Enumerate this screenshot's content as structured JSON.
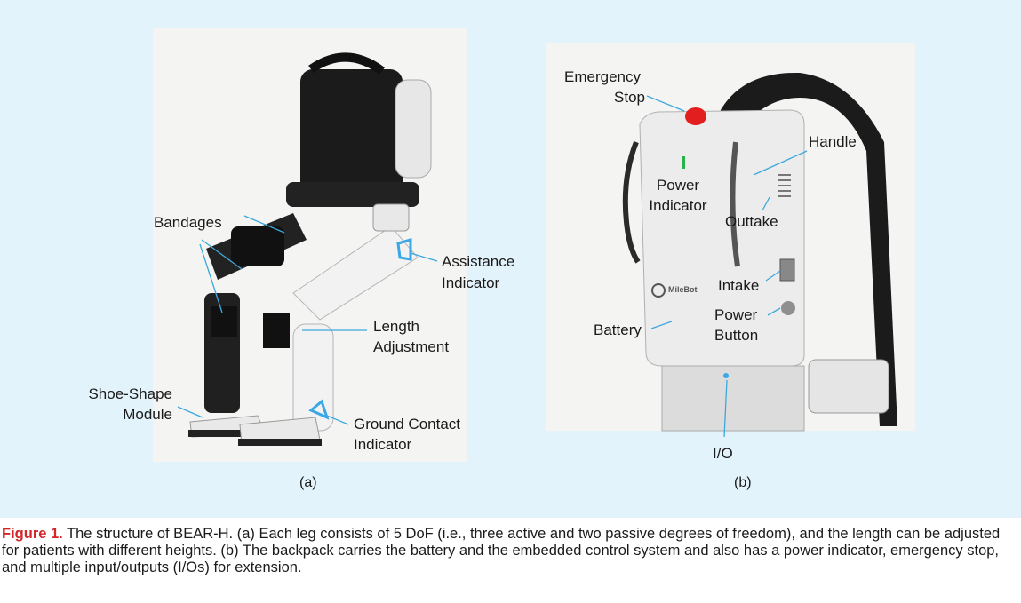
{
  "panel_a": {
    "sub_label": "(a)",
    "labels": {
      "bandages": "Bandages",
      "assistance_indicator_1": "Assistance",
      "assistance_indicator_2": "Indicator",
      "length_adjustment_1": "Length",
      "length_adjustment_2": "Adjustment",
      "shoe_shape_1": "Shoe-Shape",
      "shoe_shape_2": "Module",
      "ground_contact_1": "Ground Contact",
      "ground_contact_2": "Indicator"
    }
  },
  "panel_b": {
    "sub_label": "(b)",
    "logo_text": "MileBot",
    "labels": {
      "emergency_stop_1": "Emergency",
      "emergency_stop_2": "Stop",
      "handle": "Handle",
      "power_indicator_1": "Power",
      "power_indicator_2": "Indicator",
      "outtake": "Outtake",
      "intake": "Intake",
      "power_button_1": "Power",
      "power_button_2": "Button",
      "battery": "Battery",
      "io": "I/O"
    }
  },
  "caption": {
    "figure_label": "Figure 1.",
    "text": " The structure of BEAR-H. (a) Each leg consists of 5 DoF (i.e., three active and two passive degrees of freedom), and the length can be adjusted for patients with different heights. (b) The backpack carries the battery and the embedded control system and also has a power indicator, emergency stop, and multiple input/outputs (I/Os) for extension."
  },
  "colors": {
    "panel_background": "#e3f3fb",
    "leader_lines": "#3da8dd",
    "figure_label": "#d2262b",
    "indicator_blue": "#3aa7e6",
    "emergency_red": "#e21e1e"
  }
}
